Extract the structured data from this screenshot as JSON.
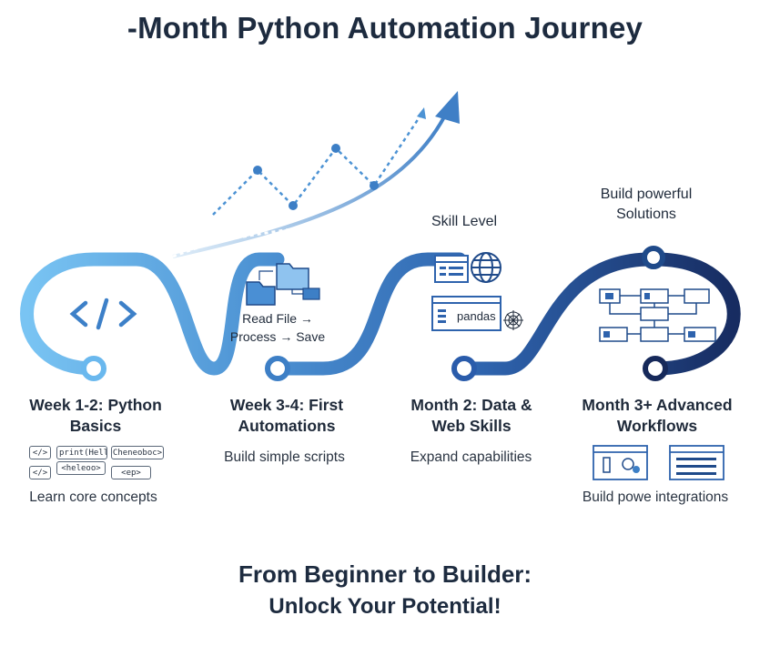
{
  "title": "-Month Python Automation Journey",
  "skill_level_label": "Skill Level",
  "build_powerful_label": "Build powerful Solutions",
  "stages": [
    {
      "title_line1": "Week 1-2: Python",
      "title_line2": "Basics",
      "description": "Learn core concepts",
      "icon": "code-brackets-icon"
    },
    {
      "title_line1": "Week 3-4: First",
      "title_line2": "Automations",
      "description": "Build simple scripts",
      "icon": "folder-icon",
      "flow_line1": "Read File →",
      "flow_line2": "Process → Save"
    },
    {
      "title_line1": "Month 2: Data &",
      "title_line2": "Web Skills",
      "description": "Expand capabilities",
      "icon": "globe-icon",
      "library": "pandas"
    },
    {
      "title_line1": "Month 3+ Advanced",
      "title_line2": "Workflows",
      "description": "Build powe integrations",
      "icon": "workflow-diagram-icon"
    }
  ],
  "code_snippets": [
    "</>",
    "print(Hellef",
    "<heleoo>",
    "</>",
    "Cheneoboc>",
    "<ep>"
  ],
  "footer": {
    "line1": "From Beginner to Builder:",
    "line2": "Unlock Your Potential!"
  },
  "colors": {
    "light_blue": "#6ab8ee",
    "mid_blue": "#3d7fc6",
    "dark_blue": "#1f4a8a",
    "navy": "#16295a",
    "text": "#1f2a3a"
  }
}
